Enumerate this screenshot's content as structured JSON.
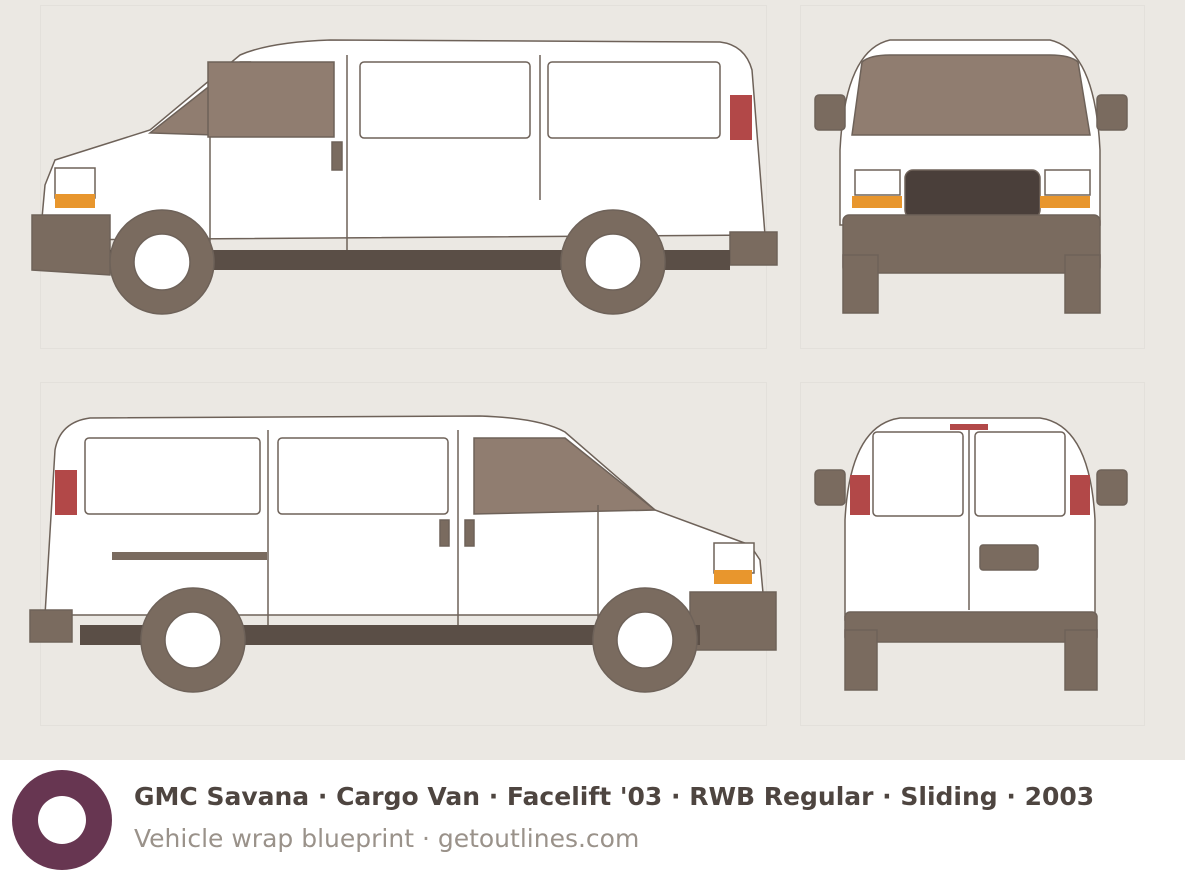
{
  "caption": {
    "title": "GMC Savana · Cargo Van · Facelift '03 · RWB Regular · Sliding · 2003",
    "subtitle": "Vehicle wrap blueprint · getoutlines.com"
  },
  "views": [
    "left-side",
    "front",
    "right-side",
    "rear"
  ],
  "colors": {
    "background": "#ebe8e3",
    "trim": "#7a6b5f",
    "glass": "#907d70",
    "body": "#ffffff",
    "logo": "#673651"
  }
}
